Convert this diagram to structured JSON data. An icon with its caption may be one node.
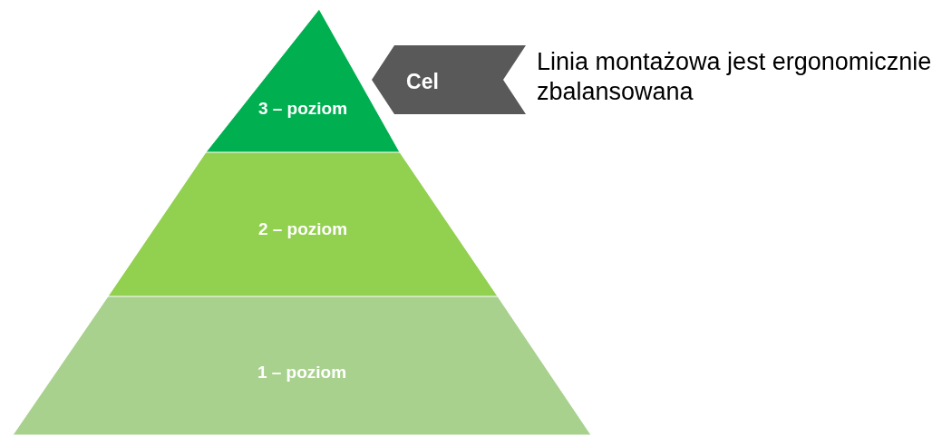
{
  "diagram": {
    "nodes": [
      {
        "text": [
          "3 – poziom"
        ]
      },
      {
        "text": [
          "2 – poziom"
        ]
      },
      {
        "text": [
          "1 – poziom"
        ]
      },
      {
        "text": [
          "Cel"
        ],
        "beside": [
          "Linia montażowa jest ergonomicznie zbalansowana"
        ]
      }
    ],
    "edges": []
  }
}
